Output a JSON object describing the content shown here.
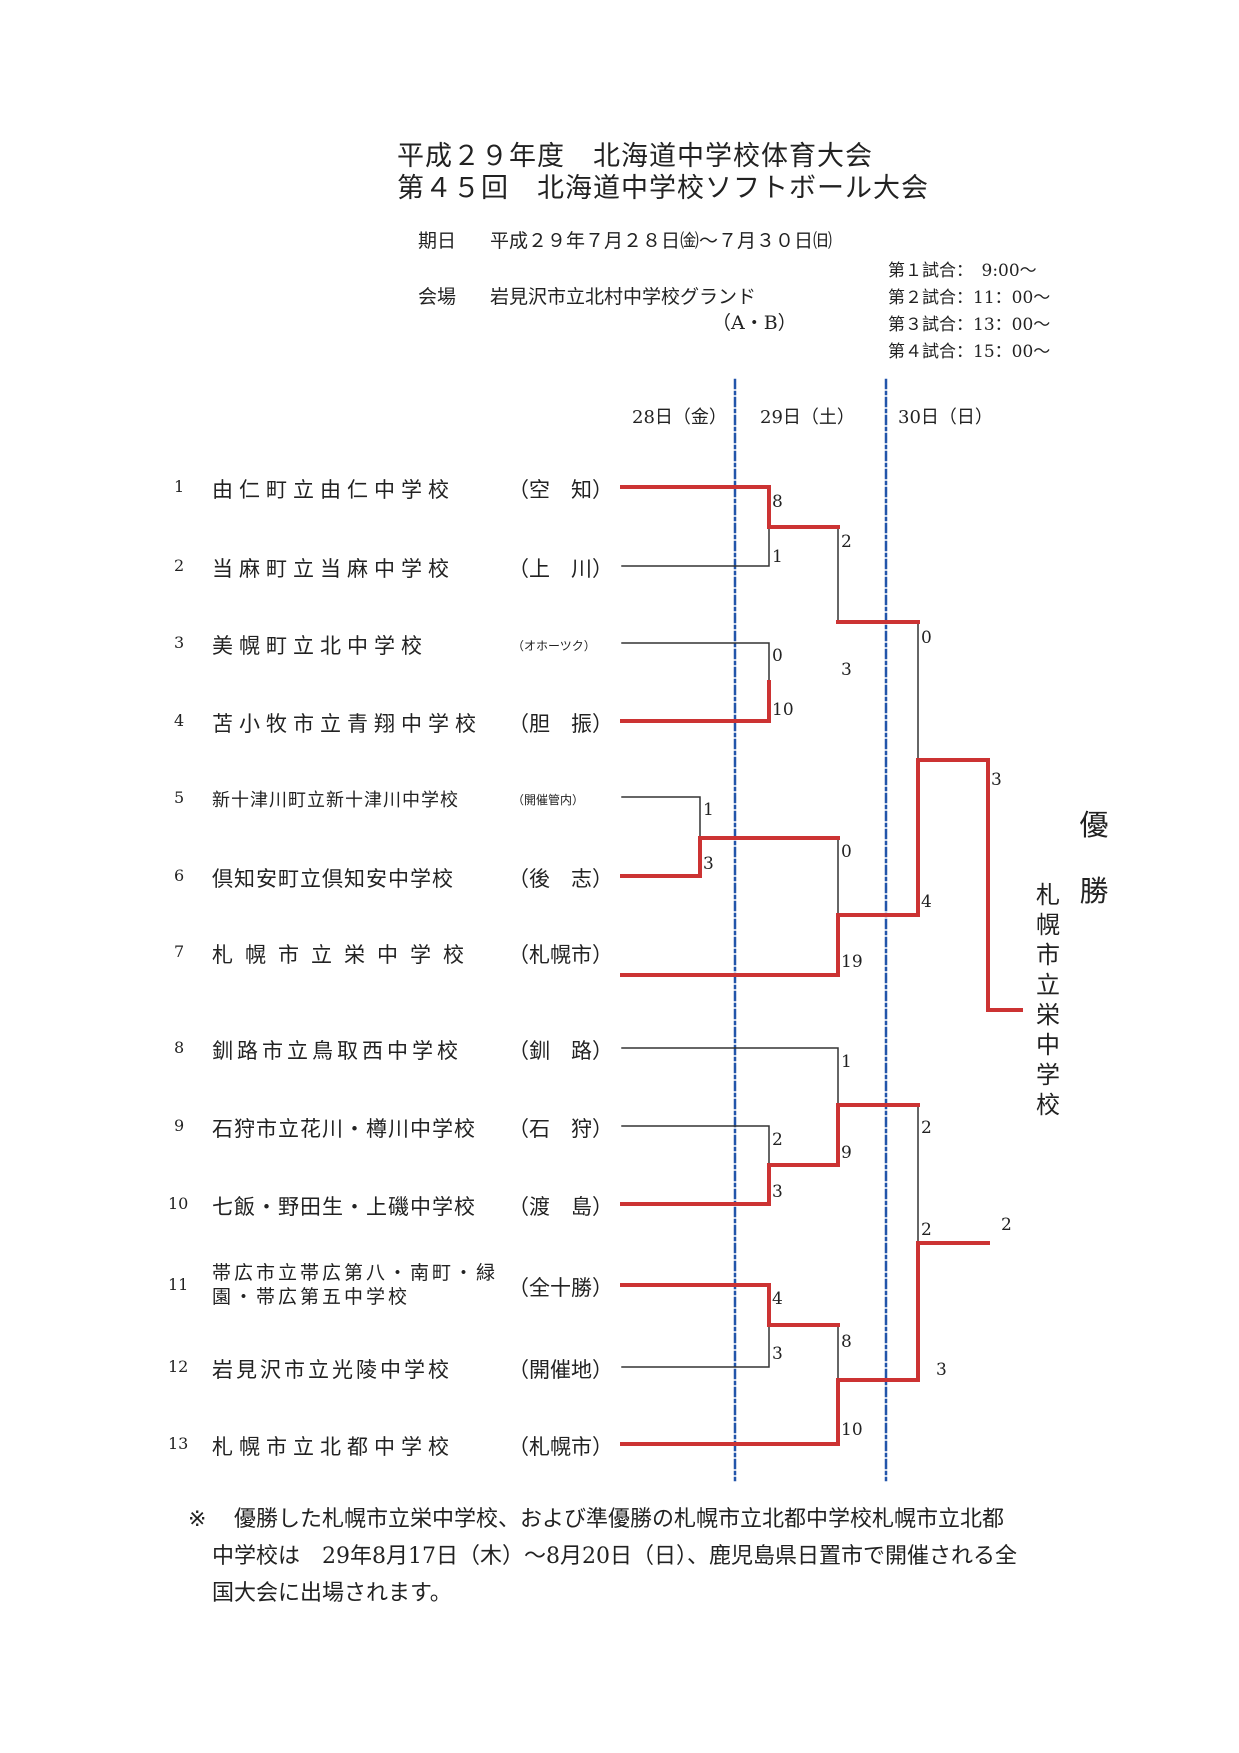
{
  "header": {
    "title_line1": "平成２９年度　北海道中学校体育大会",
    "title_line2": "第４５回　北海道中学校ソフトボール大会",
    "date_label": "期日",
    "date_value": "平成２９年７月２８日㈮～７月３０日㈰",
    "venue_label": "会場",
    "venue_value": "岩見沢市立北村中学校グランド",
    "venue_sub": "（A・B）",
    "schedule": [
      "第１試合：　9:00～",
      "第２試合：11：00～",
      "第３試合：13：00～",
      "第４試合：15：00～"
    ]
  },
  "days": [
    "28日（金）",
    "29日（土）",
    "30日（日）"
  ],
  "teams": [
    {
      "no": "1",
      "name": "由仁町立由仁中学校",
      "region": "（空　知）"
    },
    {
      "no": "2",
      "name": "当麻町立当麻中学校",
      "region": "（上　川）"
    },
    {
      "no": "3",
      "name": "美幌町立北中学校",
      "region": "（オホーツク）"
    },
    {
      "no": "4",
      "name": "苫小牧市立青翔中学校",
      "region": "（胆　振）"
    },
    {
      "no": "5",
      "name": "新十津川町立新十津川中学校",
      "region": "（開催管内）"
    },
    {
      "no": "6",
      "name": "倶知安町立倶知安中学校",
      "region": "（後　志）"
    },
    {
      "no": "7",
      "name": "札幌市立栄中学校",
      "region": "（札幌市）"
    },
    {
      "no": "8",
      "name": "釧路市立鳥取西中学校",
      "region": "（釧　路）"
    },
    {
      "no": "9",
      "name": "石狩市立花川・樽川中学校",
      "region": "（石　狩）"
    },
    {
      "no": "10",
      "name": "七飯・野田生・上磯中学校",
      "region": "（渡　島）"
    },
    {
      "no": "11",
      "name": "帯広市立帯広第八・南町・緑園・帯広第五中学校",
      "region": "（全十勝）"
    },
    {
      "no": "12",
      "name": "岩見沢市立光陵中学校",
      "region": "（開催地）"
    },
    {
      "no": "13",
      "name": "札幌市立北都中学校",
      "region": "（札幌市）"
    }
  ],
  "scores": [
    "8",
    "1",
    "0",
    "10",
    "1",
    "3",
    "2",
    "3",
    "0",
    "19",
    "1",
    "2",
    "3",
    "2",
    "9",
    "4",
    "3",
    "8",
    "10",
    "0",
    "4",
    "2",
    "3",
    "3",
    "2"
  ],
  "champion": {
    "label": "優　勝",
    "name": "札幌市立栄中学校"
  },
  "footnote": {
    "mark": "※",
    "line1": "優勝した札幌市立栄中学校、および準優勝の札幌市立北都中学校札幌市立北都",
    "line2": "中学校は　29年8月17日（木）～8月20日（日）、鹿児島県日置市で開催される全",
    "line3": "国大会に出場されます。"
  },
  "colors": {
    "winner_line": "#cc3333",
    "loser_line": "#333333",
    "day_divider": "#2255aa"
  }
}
